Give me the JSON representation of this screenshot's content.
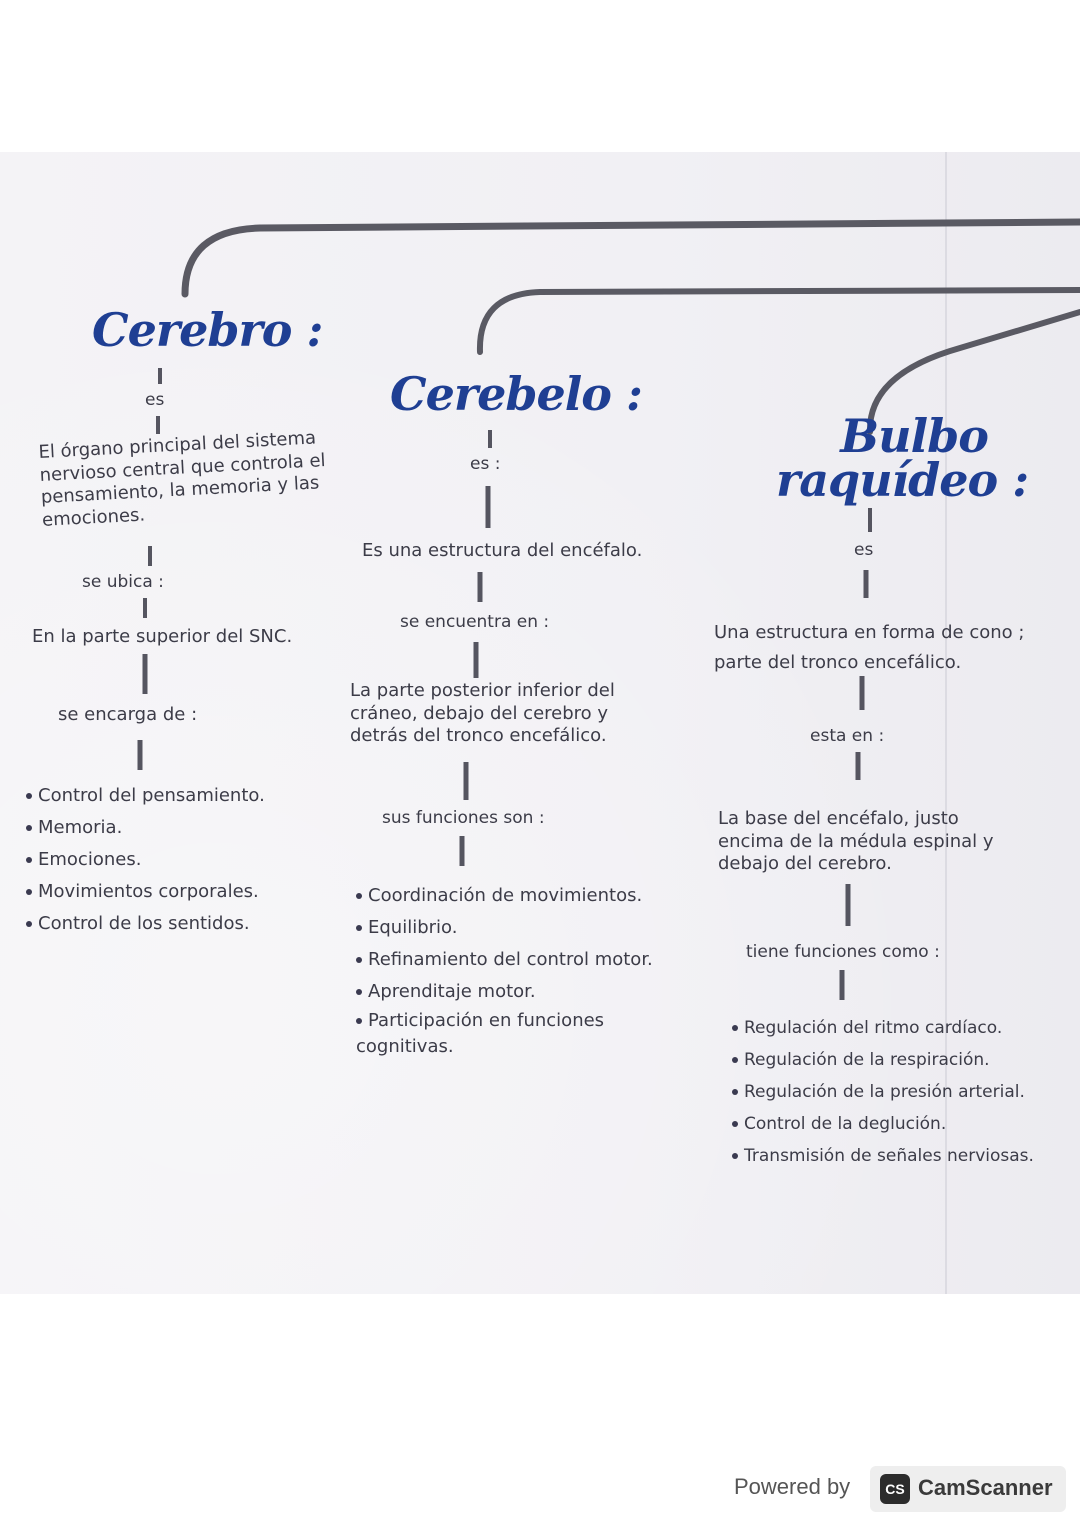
{
  "cerebro": {
    "title": "Cerebro :",
    "es": "es",
    "definition": "El órgano principal del sistema nervioso central que controla el pensamiento, la memoria y las emociones.",
    "ubica_label": "se ubica :",
    "ubica": "En la parte superior del SNC.",
    "encarga_label": "se encarga de :",
    "functions": [
      "Control del pensamiento.",
      "Memoria.",
      "Emociones.",
      "Movimientos corporales.",
      "Control de los sentidos."
    ]
  },
  "cerebelo": {
    "title": "Cerebelo :",
    "es": "es :",
    "definition": "Es una estructura del encéfalo.",
    "encuentra_label": "se encuentra en :",
    "encuentra": "La parte posterior inferior del cráneo, debajo del cerebro y detrás del tronco encefálico.",
    "funciones_label": "sus funciones son :",
    "functions": [
      "Coordinación de movimientos.",
      "Equilibrio.",
      "Refinamiento del control motor.",
      "Aprenditaje motor.",
      "Participación en funciones cognitivas."
    ]
  },
  "bulbo": {
    "title_line1": "Bulbo",
    "title_line2": "raquídeo :",
    "es": "es",
    "definition": "Una estructura en forma de cono ; parte del tronco encefálico.",
    "esta_label": "esta en :",
    "esta": "La base del encéfalo, justo encima de la médula espinal y debajo del cerebro.",
    "funciones_label": "tiene funciones como :",
    "functions": [
      "Regulación del ritmo cardíaco.",
      "Regulación de la respiración.",
      "Regulación de la presión arterial.",
      "Control de la deglución.",
      "Transmisión de señales nerviosas."
    ]
  },
  "footer": {
    "powered_by": "Powered by",
    "icon_text": "CS",
    "brand": "CamScanner"
  },
  "colors": {
    "title_blue": "#1f3f93",
    "ink": "#3c3c48",
    "connector": "#555560"
  }
}
